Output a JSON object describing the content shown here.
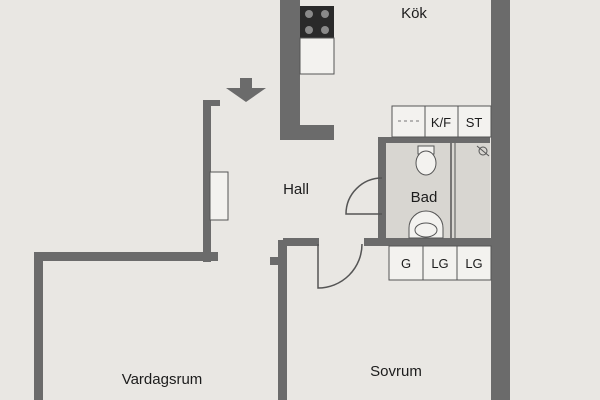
{
  "rooms": {
    "kok": "Kök",
    "hall": "Hall",
    "bad": "Bad",
    "vardagsrum": "Vardagsrum",
    "sovrum": "Sovrum"
  },
  "cabinets": {
    "kf": "K/F",
    "st": "ST",
    "g": "G",
    "lg1": "LG",
    "lg2": "LG"
  },
  "colors": {
    "background": "#e9e7e3",
    "wall": "#6b6b6b",
    "bath_fill": "#d8d6d1",
    "cabinet_fill": "#f3f2ef",
    "line": "#555555"
  }
}
